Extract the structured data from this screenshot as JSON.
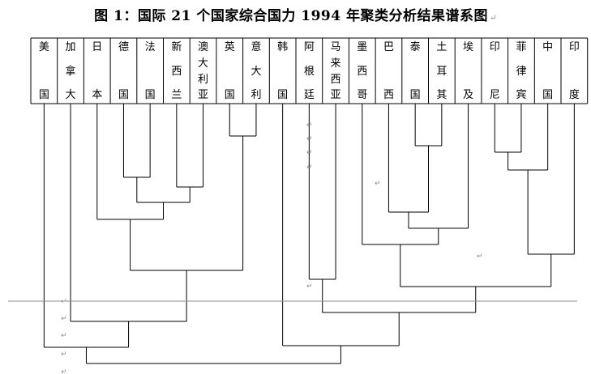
{
  "title": "图 1：国际 21 个国家综合国力 1994 年聚类分析结果谱系图",
  "paragraph_mark": "↵",
  "countries": [
    "美国",
    "加拿大",
    "日本",
    "德国",
    "法国",
    "新西兰",
    "澳大利亚",
    "英国",
    "意大利",
    "韩国",
    "阿根廷",
    "马来西亚",
    "墨西哥",
    "巴西",
    "泰国",
    "土耳其",
    "埃及",
    "印尼",
    "菲律宾",
    "中国",
    "印度"
  ],
  "chart_data": {
    "type": "dendrogram",
    "title": "图 1：国际 21 个国家综合国力 1994 年聚类分析结果谱系图",
    "leaves": [
      "美国",
      "加拿大",
      "日本",
      "德国",
      "法国",
      "新西兰",
      "澳大利亚",
      "英国",
      "意大利",
      "韩国",
      "阿根廷",
      "马来西亚",
      "墨西哥",
      "巴西",
      "泰国",
      "土耳其",
      "埃及",
      "印尼",
      "菲律宾",
      "中国",
      "印度"
    ],
    "merges": [
      {
        "a": "英国",
        "b": "意大利",
        "height": 168
      },
      {
        "a": "泰国",
        "b": "土耳其",
        "height": 180
      },
      {
        "a": "印尼",
        "b": "菲律宾",
        "height": 188
      },
      {
        "a": "{印尼,菲律宾}",
        "b": "中国",
        "height": 210
      },
      {
        "a": "德国",
        "b": "法国",
        "height": 219
      },
      {
        "a": "新西兰",
        "b": "澳大利亚",
        "height": 231
      },
      {
        "a": "{德国,法国}",
        "b": "{新西兰,澳大利亚}",
        "height": 250
      },
      {
        "a": "巴西",
        "b": "{泰国,土耳其}",
        "height": 262
      },
      {
        "a": "日本",
        "b": "{德国,法国,新西兰,澳大利亚}",
        "height": 271
      },
      {
        "a": "{巴西,泰国,土耳其}",
        "b": "埃及",
        "height": 282
      },
      {
        "a": "墨西哥",
        "b": "{巴西,泰国,土耳其,埃及}",
        "height": 302
      },
      {
        "a": "{印尼,菲律宾,中国}",
        "b": "印度",
        "height": 314
      },
      {
        "a": "{日本,德国,法国,新西兰,澳大利亚}",
        "b": "{英国,意大利}",
        "height": 334
      },
      {
        "a": "阿根廷",
        "b": "马来西亚",
        "height": 345
      },
      {
        "a": "{墨西哥,…,埃及}",
        "b": "{印尼,…,印度}",
        "height": 354
      },
      {
        "a": "{阿根廷,马来西亚}",
        "b": "{墨西哥,…,印度}",
        "height": 386
      },
      {
        "a": "加拿大",
        "b": "{日本,…,意大利}",
        "height": 397
      },
      {
        "a": "韩国",
        "b": "{阿根廷,…,印度}",
        "height": 427
      },
      {
        "a": "美国",
        "b": "{加拿大,…,意大利}",
        "height": 429
      },
      {
        "a": "{美国,…,意大利}",
        "b": "{韩国,…,印度}",
        "height": 449
      }
    ]
  }
}
